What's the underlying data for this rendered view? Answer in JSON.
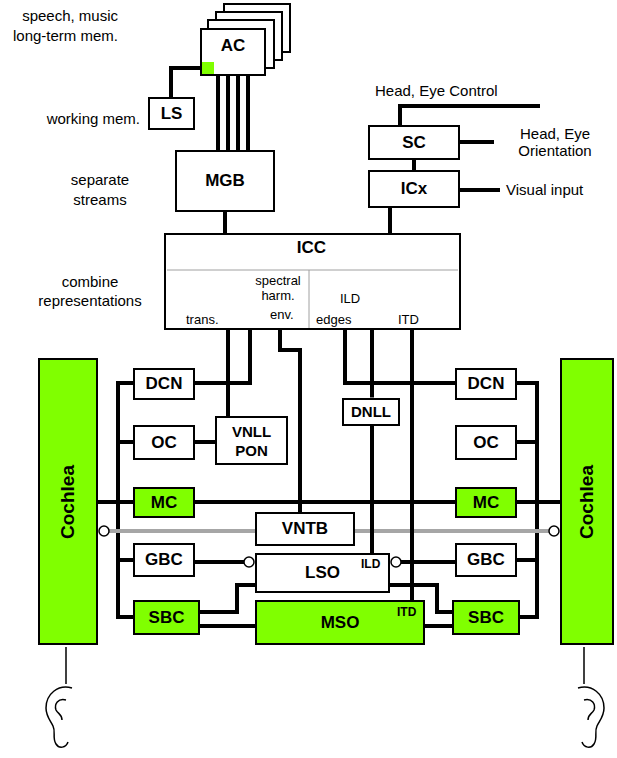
{
  "diagram": {
    "nodes": [
      {
        "text": [
          "AC"
        ]
      },
      {
        "text": [
          "LS"
        ]
      },
      {
        "text": [
          "SC"
        ]
      },
      {
        "text": [
          "MGB"
        ]
      },
      {
        "text": [
          "ICx"
        ]
      },
      {
        "text": [
          "ICC",
          "trans.",
          "spectral harm.",
          "env.",
          "ILD",
          "edges",
          "ITD"
        ]
      },
      {
        "text": [
          "Cochlea"
        ]
      },
      {
        "text": [
          "DCN"
        ]
      },
      {
        "text": [
          "DCN"
        ]
      },
      {
        "text": [
          "Cochlea"
        ]
      },
      {
        "text": [
          "DNLL"
        ]
      },
      {
        "text": [
          "OC"
        ]
      },
      {
        "text": [
          "VNLL PON"
        ]
      },
      {
        "text": [
          "OC"
        ]
      },
      {
        "text": [
          "MC"
        ]
      },
      {
        "text": [
          "MC"
        ]
      },
      {
        "text": [
          "VNTB"
        ]
      },
      {
        "text": [
          "GBC"
        ]
      },
      {
        "text": [
          "LSO",
          "ILD"
        ]
      },
      {
        "text": [
          "GBC"
        ]
      },
      {
        "text": [
          "SBC"
        ]
      },
      {
        "text": [
          "MSO",
          "ITD"
        ]
      },
      {
        "text": [
          "SBC"
        ]
      }
    ],
    "edges": [
      {
        "from": 1,
        "to": 0,
        "arrow": "none"
      },
      {
        "from": 3,
        "to": 0,
        "arrow": "none"
      },
      {
        "from": 3,
        "to": 0,
        "arrow": "none"
      },
      {
        "from": 3,
        "to": 0,
        "arrow": "none"
      },
      {
        "from": 3,
        "to": 0,
        "arrow": "none"
      },
      {
        "from": 4,
        "to": 2,
        "arrow": "none"
      },
      {
        "from": 5,
        "to": 3,
        "arrow": "none"
      },
      {
        "from": 5,
        "to": 4,
        "arrow": "none"
      },
      {
        "from": 6,
        "to": 7,
        "arrow": "none"
      },
      {
        "from": 6,
        "to": 11,
        "arrow": "none"
      },
      {
        "from": 6,
        "to": 14,
        "arrow": "none"
      },
      {
        "from": 6,
        "to": 17,
        "arrow": "none"
      },
      {
        "from": 6,
        "to": 20,
        "arrow": "none"
      },
      {
        "from": 9,
        "to": 8,
        "arrow": "none"
      },
      {
        "from": 9,
        "to": 13,
        "arrow": "none"
      },
      {
        "from": 9,
        "to": 15,
        "arrow": "none"
      },
      {
        "from": 9,
        "to": 19,
        "arrow": "none"
      },
      {
        "from": 9,
        "to": 22,
        "arrow": "none"
      },
      {
        "from": 14,
        "to": 15,
        "arrow": "none"
      },
      {
        "from": 16,
        "to": 6,
        "arrow": "to"
      },
      {
        "from": 16,
        "to": 9,
        "arrow": "to"
      },
      {
        "from": 7,
        "to": 5,
        "arrow": "none"
      },
      {
        "from": 11,
        "to": 12,
        "arrow": "none"
      },
      {
        "from": 12,
        "to": 5,
        "arrow": "none"
      },
      {
        "from": 16,
        "to": 5,
        "arrow": "none"
      },
      {
        "from": 8,
        "to": 5,
        "arrow": "none"
      },
      {
        "from": 18,
        "to": 10,
        "arrow": "none"
      },
      {
        "from": 10,
        "to": 5,
        "arrow": "none"
      },
      {
        "from": 21,
        "to": 5,
        "arrow": "none"
      },
      {
        "from": 17,
        "to": 18,
        "arrow": "to"
      },
      {
        "from": 19,
        "to": 18,
        "arrow": "to"
      },
      {
        "from": 20,
        "to": 18,
        "arrow": "none"
      },
      {
        "from": 20,
        "to": 21,
        "arrow": "none"
      },
      {
        "from": 22,
        "to": 18,
        "arrow": "none"
      },
      {
        "from": 22,
        "to": 21,
        "arrow": "none"
      }
    ],
    "labels": [
      "speech, music long-term mem.",
      "working mem.",
      "separate streams",
      "combine representations",
      "Head, Eye Control",
      "Head, Eye Orientation",
      "Visual input"
    ]
  }
}
